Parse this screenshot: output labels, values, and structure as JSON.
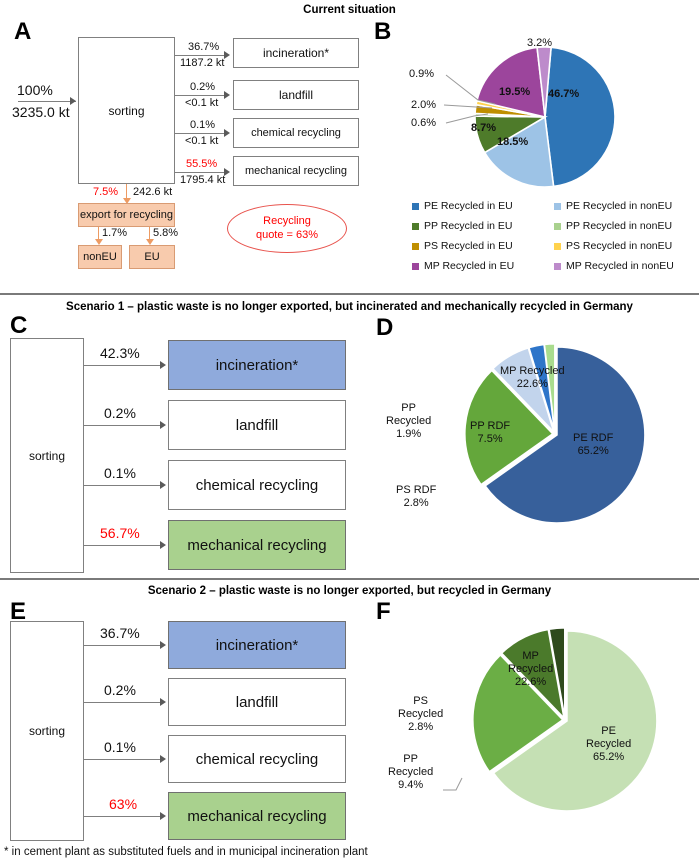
{
  "bands": {
    "title_a": "Current situation",
    "title_c": "Scenario 1 – plastic waste is no longer exported, but incinerated and mechanically recycled in Germany",
    "title_e": "Scenario 2 – plastic waste is no longer exported, but recycled in Germany"
  },
  "letters": {
    "a": "A",
    "b": "B",
    "c": "C",
    "d": "D",
    "e": "E",
    "f": "F"
  },
  "footnote": "* in cement plant as substituted fuels and in municipal incineration plant",
  "panel_a": {
    "input_percent": "100%",
    "input_mass": "3235.0 kt",
    "sorting": "sorting",
    "flows": [
      {
        "percent": "36.7%",
        "mass": "1187.2 kt",
        "target": "incineration*",
        "red": false
      },
      {
        "percent": "0.2%",
        "mass": "<0.1 kt",
        "target": "landfill",
        "red": false
      },
      {
        "percent": "0.1%",
        "mass": "<0.1 kt",
        "target": "chemical recycling",
        "red": false
      },
      {
        "percent": "55.5%",
        "mass": "1795.4 kt",
        "target": "mechanical recycling",
        "red": true
      }
    ],
    "export_percent": "7.5%",
    "export_mass": "242.6 kt",
    "export_box": "export for recycling",
    "noneu_percent": "1.7%",
    "eu_percent": "5.8%",
    "noneu_box": "nonEU",
    "eu_box": "EU",
    "quote_line1": "Recycling",
    "quote_line2": "quote = 63%"
  },
  "panel_c": {
    "sorting": "sorting",
    "flows": [
      {
        "percent": "42.3%",
        "target": "incineration*",
        "red": false,
        "fill": "blue"
      },
      {
        "percent": "0.2%",
        "target": "landfill",
        "red": false,
        "fill": "white"
      },
      {
        "percent": "0.1%",
        "target": "chemical recycling",
        "red": false,
        "fill": "white"
      },
      {
        "percent": "56.7%",
        "target": "mechanical recycling",
        "red": true,
        "fill": "green"
      }
    ]
  },
  "panel_e": {
    "sorting": "sorting",
    "flows": [
      {
        "percent": "36.7%",
        "target": "incineration*",
        "red": false,
        "fill": "blue"
      },
      {
        "percent": "0.2%",
        "target": "landfill",
        "red": false,
        "fill": "white"
      },
      {
        "percent": "0.1%",
        "target": "chemical recycling",
        "red": false,
        "fill": "white"
      },
      {
        "percent": "63%",
        "target": "mechanical recycling",
        "red": true,
        "fill": "green"
      }
    ]
  },
  "chart_data": [
    {
      "id": "B",
      "type": "pie",
      "title": "",
      "legend_position": "bottom",
      "labels": [
        "PE Recycled in EU",
        "PE Recycled in nonEU",
        "PP Recycled in EU",
        "PP Recycled in nonEU",
        "PS Recycled in EU",
        "PS Recycled in nonEU",
        "MP Recycled in EU",
        "MP Recycled in nonEU"
      ],
      "slices": [
        {
          "label": "PE Recycled in EU",
          "value": 46.7,
          "display": "46.7%",
          "color": "#2E75B6"
        },
        {
          "label": "PE Recycled in nonEU",
          "value": 18.5,
          "display": "18.5%",
          "color": "#9DC3E6"
        },
        {
          "label": "PP Recycled in EU",
          "value": 8.7,
          "display": "8.7%",
          "color": "#4E7B2A"
        },
        {
          "label": "PP Recycled in nonEU",
          "value": 0.6,
          "display": "0.6%",
          "color": "#A9D18E"
        },
        {
          "label": "PS Recycled in EU",
          "value": 2.0,
          "display": "2.0%",
          "color": "#BF8F00"
        },
        {
          "label": "PS Recycled in nonEU",
          "value": 0.9,
          "display": "0.9%",
          "color": "#FFD24D"
        },
        {
          "label": "MP Recycled in EU",
          "value": 19.5,
          "display": "19.5%",
          "color": "#9C459C"
        },
        {
          "label": "MP Recycled in nonEU",
          "value": 3.2,
          "display": "3.2%",
          "color": "#BD8BCB"
        }
      ]
    },
    {
      "id": "D",
      "type": "pie",
      "title": "",
      "legend_position": "callout",
      "slices": [
        {
          "label": "PE RDF",
          "value": 65.2,
          "display": "65.2%",
          "color": "#37609B"
        },
        {
          "label": "MP Recycled",
          "value": 22.6,
          "display": "22.6%",
          "color": "#64A73B"
        },
        {
          "label": "PP RDF",
          "value": 7.5,
          "display": "7.5%",
          "color": "#C2D4EC"
        },
        {
          "label": "PS RDF",
          "value": 2.8,
          "display": "2.8%",
          "color": "#2E75C9"
        },
        {
          "label": "PP Recycled",
          "value": 1.9,
          "display": "1.9%",
          "color": "#A9DC8E"
        }
      ]
    },
    {
      "id": "F",
      "type": "pie",
      "title": "",
      "legend_position": "callout",
      "slices": [
        {
          "label": "PE Recycled",
          "value": 65.2,
          "display": "65.2%",
          "color": "#C5E0B4"
        },
        {
          "label": "MP Recycled",
          "value": 22.6,
          "display": "22.6%",
          "color": "#6BAE45"
        },
        {
          "label": "PP Recycled",
          "value": 9.4,
          "display": "9.4%",
          "color": "#4B7A2B"
        },
        {
          "label": "PS Recycled",
          "value": 2.8,
          "display": "2.8%",
          "color": "#2E4A1C"
        }
      ]
    }
  ]
}
